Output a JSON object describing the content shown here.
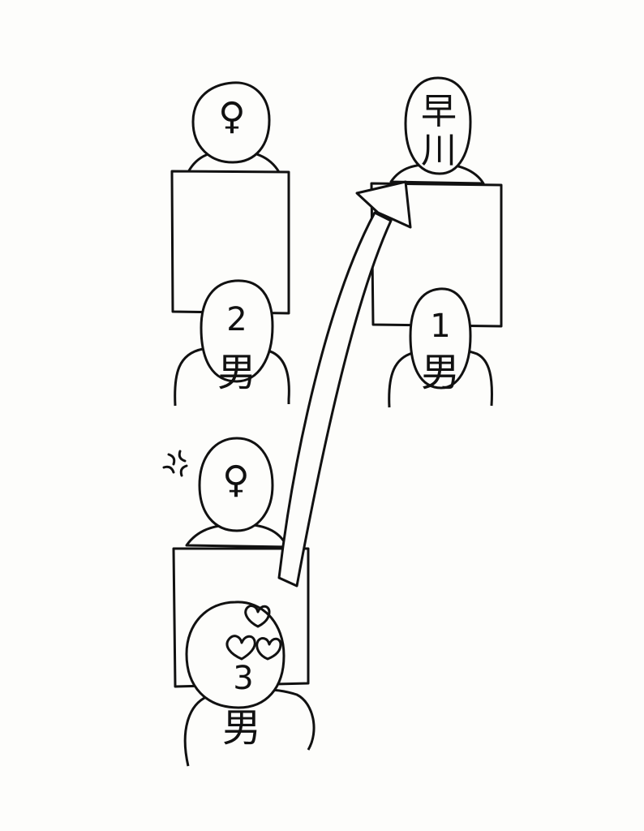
{
  "people": {
    "woman_top": {
      "label": "♀"
    },
    "hayakawa": {
      "label_top": "早",
      "label_bottom": "川"
    },
    "man_2": {
      "number": "2",
      "label": "男"
    },
    "man_1": {
      "number": "1",
      "label": "男"
    },
    "woman_bottom": {
      "label": "♀"
    },
    "man_3": {
      "number": "3",
      "label": "男"
    }
  }
}
